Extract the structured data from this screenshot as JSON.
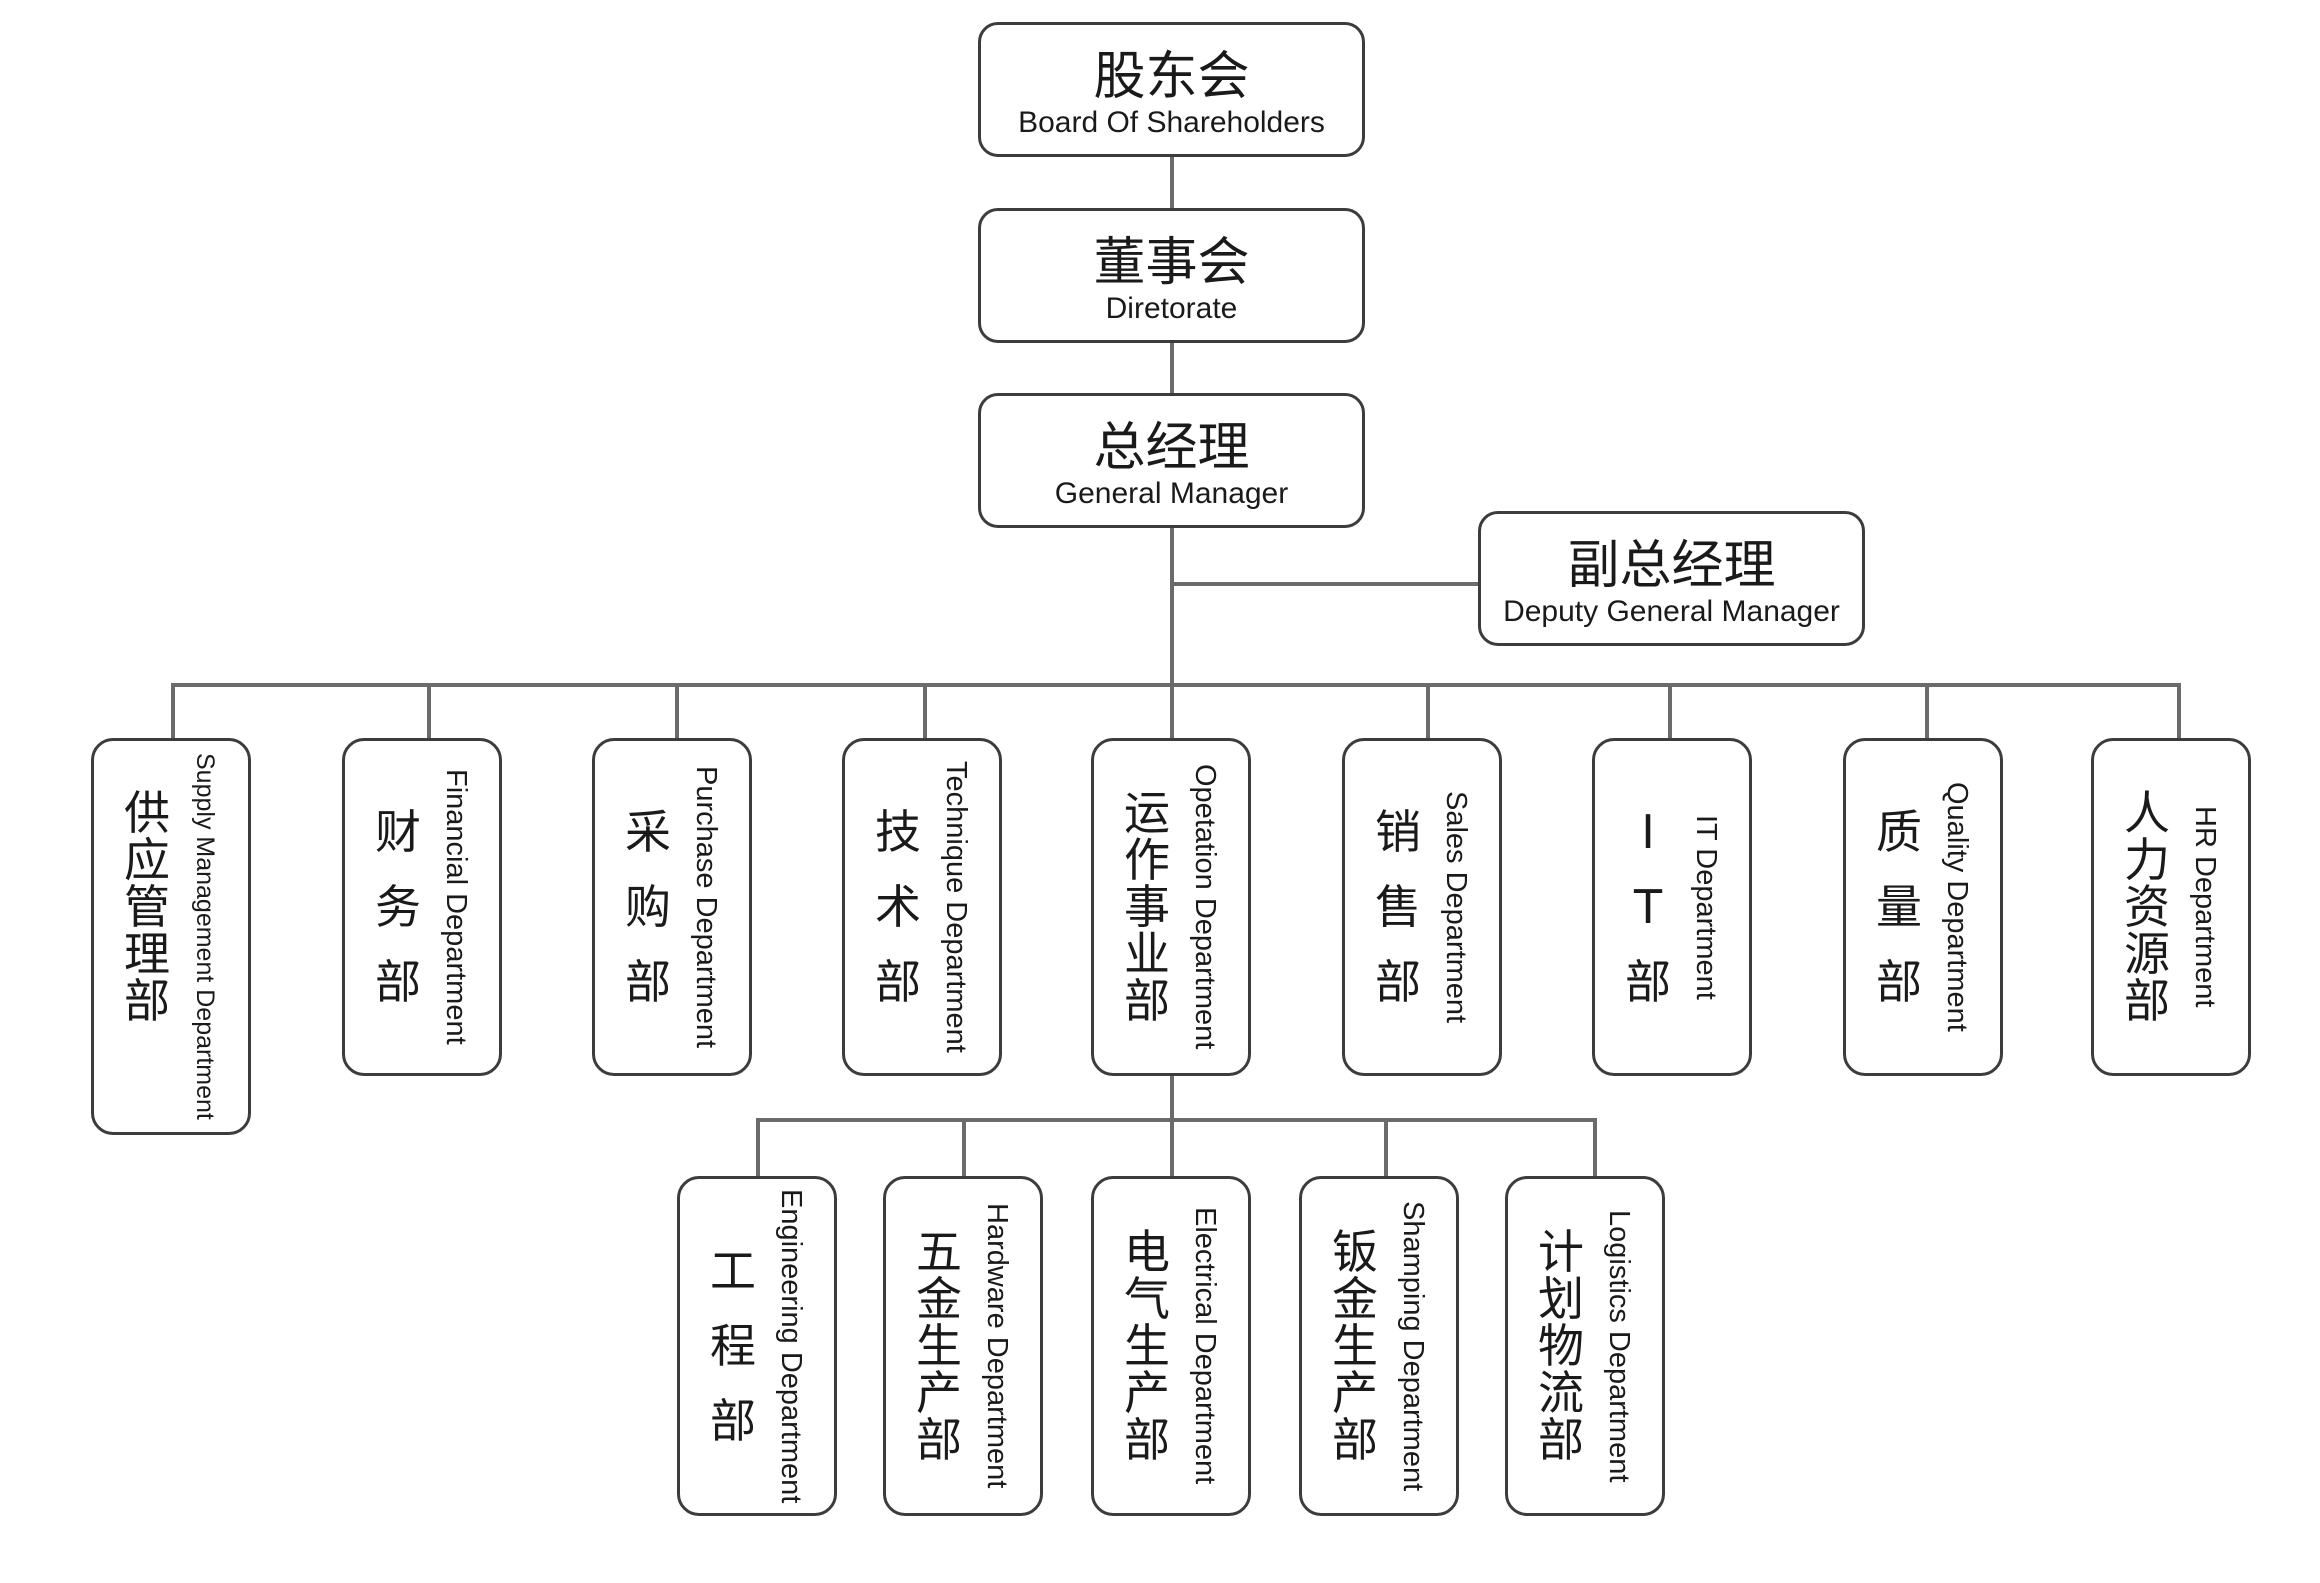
{
  "org": {
    "shareholders": {
      "cn": "股东会",
      "en": "Board Of Shareholders"
    },
    "directorate": {
      "cn": "董事会",
      "en": "Diretorate"
    },
    "general_manager": {
      "cn": "总经理",
      "en": "General Manager"
    },
    "deputy_general_manager": {
      "cn": "副总经理",
      "en": "Deputy General Manager"
    },
    "departments": [
      {
        "cn": "供应管理部",
        "en": "Supply Management Department"
      },
      {
        "cn": "财务部",
        "en": "Financial Department"
      },
      {
        "cn": "采购部",
        "en": "Purchase Department"
      },
      {
        "cn": "技术部",
        "en": "Technique Department"
      },
      {
        "cn": "运作事业部",
        "en": "Opetation Department"
      },
      {
        "cn": "销售部",
        "en": "Sales Department"
      },
      {
        "cn": "IT部",
        "en": "IT Department"
      },
      {
        "cn": "质量部",
        "en": "Quality Department"
      },
      {
        "cn": "人力资源部",
        "en": "HR Department"
      }
    ],
    "operation_subdepartments": [
      {
        "cn": "工程部",
        "en": "Engineering Department"
      },
      {
        "cn": "五金生产部",
        "en": "Hardware Department"
      },
      {
        "cn": "电气生产部",
        "en": "Electrical Department"
      },
      {
        "cn": "钣金生产部",
        "en": "Shamping Department"
      },
      {
        "cn": "计划物流部",
        "en": "Logistics Department"
      }
    ]
  },
  "colors": {
    "line": "#6b6b6b",
    "border": "#3c3c3c",
    "text": "#1a1a1a",
    "background": "#ffffff"
  }
}
